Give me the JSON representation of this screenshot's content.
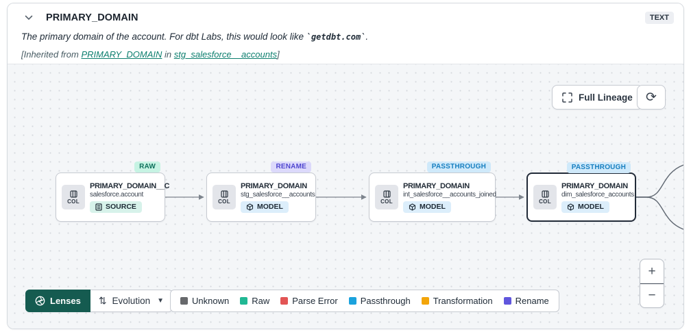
{
  "header": {
    "title": "PRIMARY_DOMAIN",
    "type_badge": "TEXT",
    "description_prefix": "The primary domain of the account. For dbt Labs, this would look like ",
    "description_code": "`getdbt.com`",
    "description_suffix": ".",
    "inherited_prefix": "[Inherited from ",
    "inherited_link1": "PRIMARY_DOMAIN",
    "inherited_middle": " in ",
    "inherited_link2": "stg_salesforce__accounts",
    "inherited_suffix": "]"
  },
  "canvas": {
    "full_lineage_label": "Full Lineage",
    "zoom_in": "+",
    "zoom_out": "−",
    "nodes": [
      {
        "status": "RAW",
        "status_bg": "#c6f3e3",
        "status_fg": "#0f705c",
        "title": "PRIMARY_DOMAIN__C",
        "subtitle": "salesforce.account",
        "kind": "SOURCE",
        "kind_bg": "#d7f2ea",
        "col_label": "COL"
      },
      {
        "status": "RENAME",
        "status_bg": "#dcd9fb",
        "status_fg": "#4f46cf",
        "title": "PRIMARY_DOMAIN",
        "subtitle": "stg_salesforce__accounts",
        "kind": "MODEL",
        "kind_bg": "#dceefb",
        "col_label": "COL"
      },
      {
        "status": "PASSTHROUGH",
        "status_bg": "#cfe9fa",
        "status_fg": "#177fc0",
        "title": "PRIMARY_DOMAIN",
        "subtitle": "int_salesforce__accounts_joined",
        "kind": "MODEL",
        "kind_bg": "#dceefb",
        "col_label": "COL"
      },
      {
        "status": "PASSTHROUGH",
        "status_bg": "#cfe9fa",
        "status_fg": "#177fc0",
        "title": "PRIMARY_DOMAIN",
        "subtitle": "dim_salesforce_accounts",
        "kind": "MODEL",
        "kind_bg": "#dceefb",
        "col_label": "COL"
      }
    ]
  },
  "footer": {
    "lenses_label": "Lenses",
    "lens_value": "Evolution",
    "legend": [
      {
        "label": "Unknown",
        "color": "#67696c"
      },
      {
        "label": "Raw",
        "color": "#21b894"
      },
      {
        "label": "Parse Error",
        "color": "#e25555"
      },
      {
        "label": "Passthrough",
        "color": "#1ba2dd"
      },
      {
        "label": "Transformation",
        "color": "#f3a50a"
      },
      {
        "label": "Rename",
        "color": "#6056dd"
      }
    ]
  }
}
